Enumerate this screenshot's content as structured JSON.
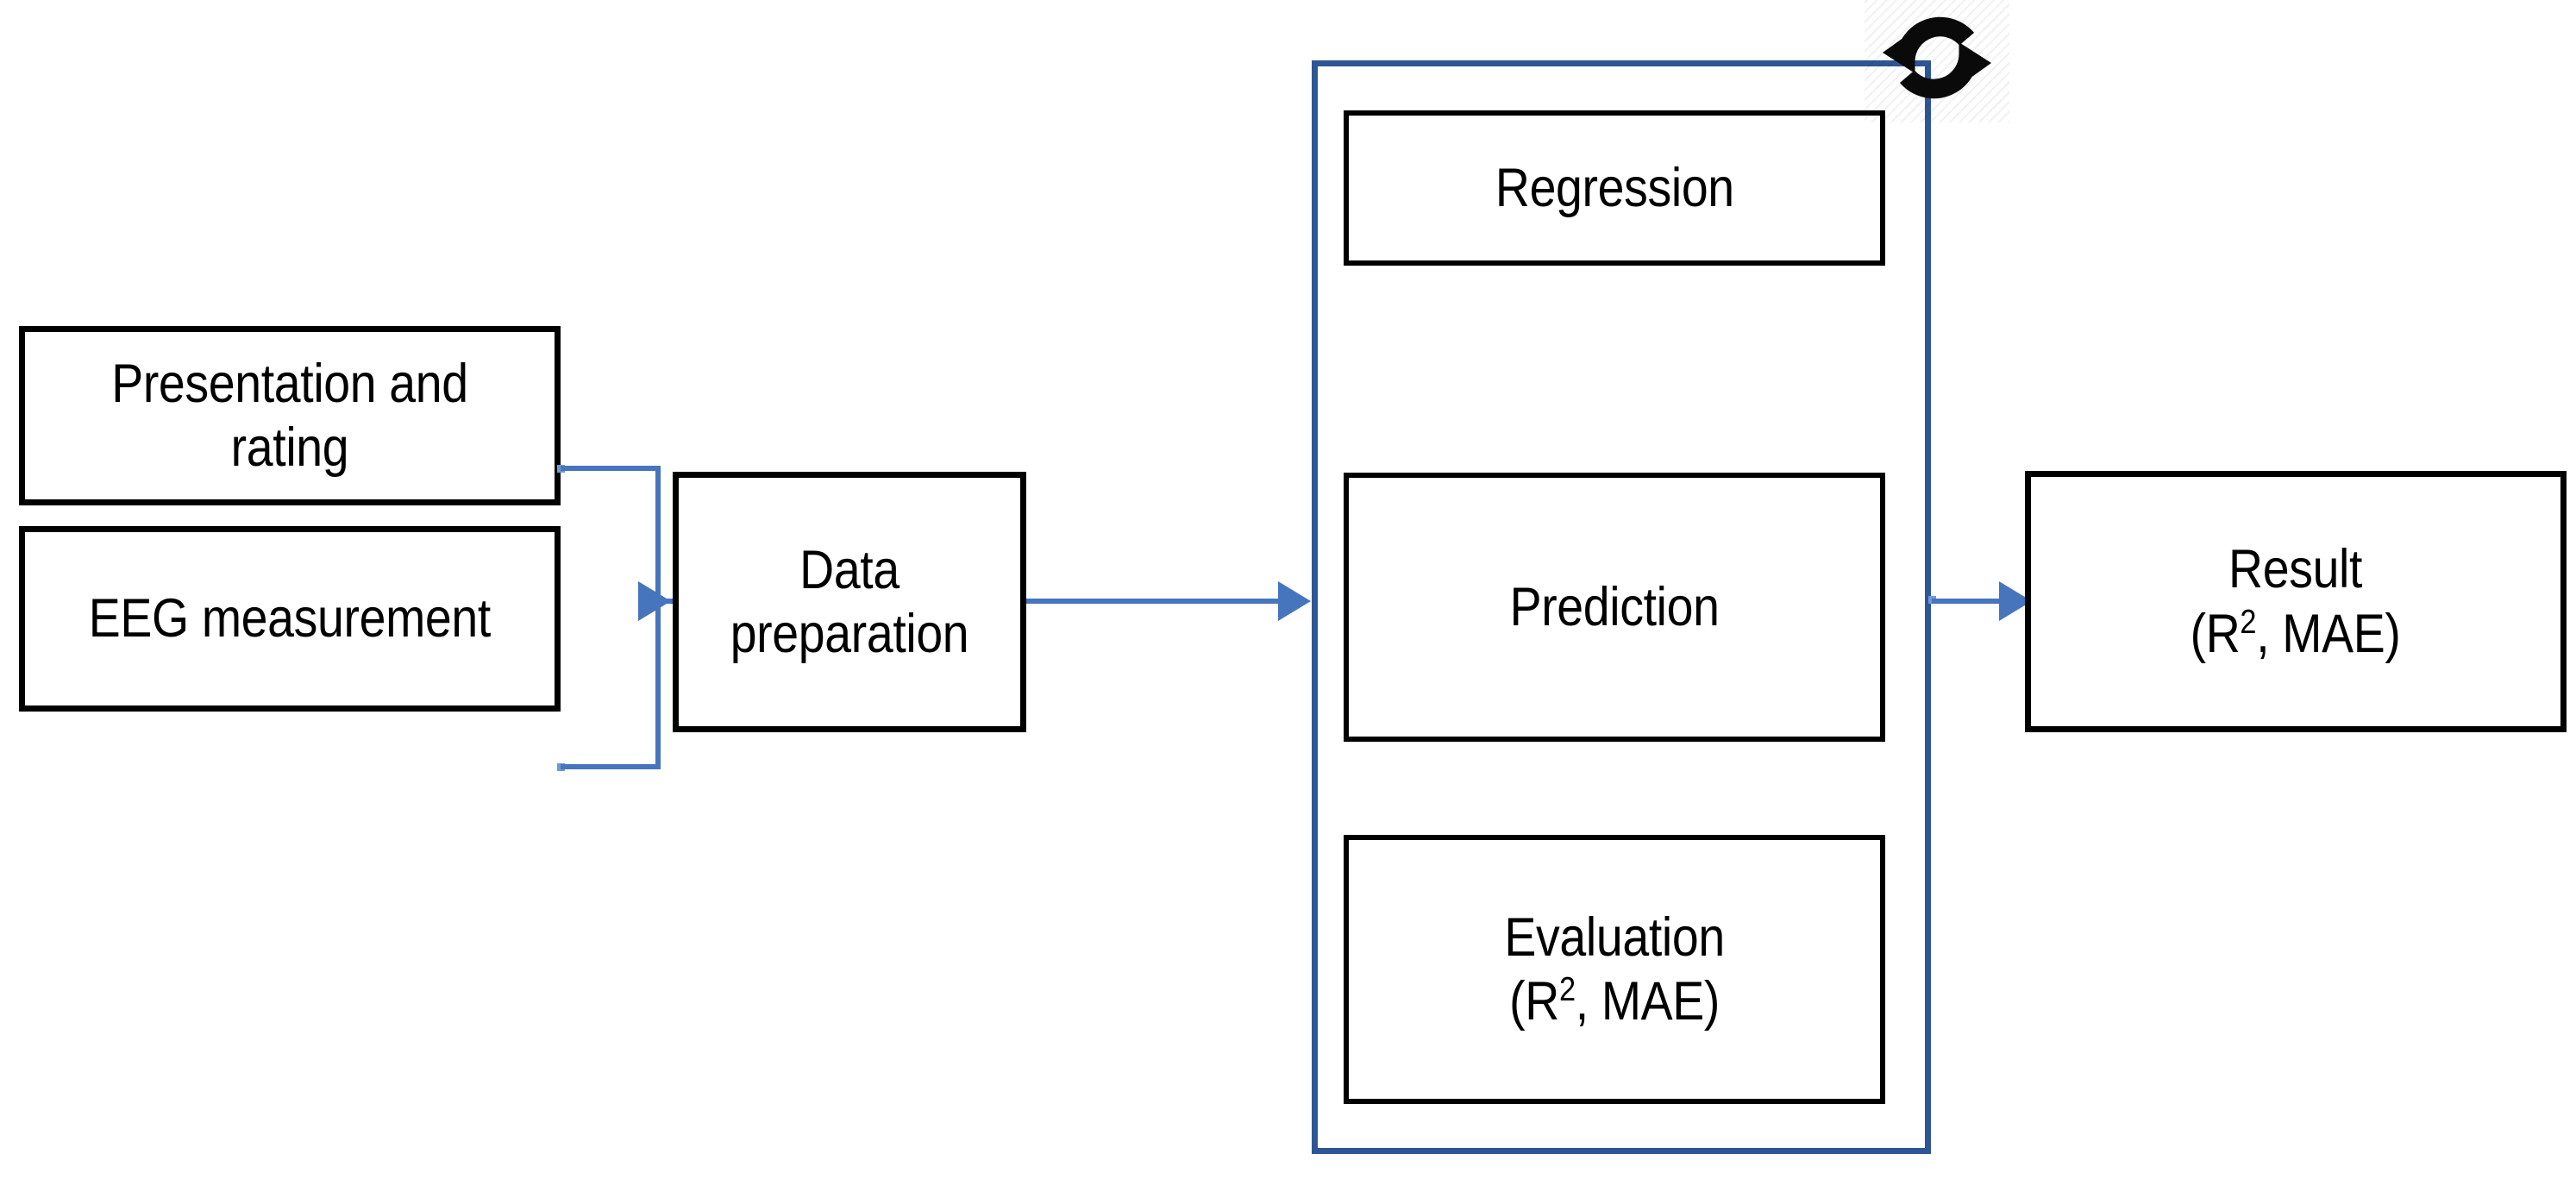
{
  "diagram": {
    "title": "EEG regression pipeline flowchart",
    "colors": {
      "box_border": "#000000",
      "container_border": "#2e5694",
      "connector": "#4775bd",
      "background": "#ffffff",
      "text": "#000000"
    },
    "inputs": [
      {
        "id": "presentation-and-rating",
        "label": "Presentation and\nrating"
      },
      {
        "id": "eeg-measurement",
        "label": "EEG measurement"
      }
    ],
    "preparation": {
      "id": "data-preparation",
      "label": "Data preparation"
    },
    "loop": {
      "id": "modelling-loop",
      "icon": "loop-refresh-icon",
      "steps": [
        {
          "id": "regression",
          "label": "Regression"
        },
        {
          "id": "prediction",
          "label": "Prediction"
        },
        {
          "id": "evaluation",
          "label": "Evaluation",
          "label_line2_pre": "(R",
          "label_line2_sup": "2",
          "label_line2_post": ", MAE)"
        }
      ]
    },
    "result": {
      "id": "result",
      "label": "Result",
      "label_line2_pre": "(R",
      "label_line2_sup": "2",
      "label_line2_post": ", MAE)"
    },
    "connectors": [
      {
        "id": "presentation-to-merge",
        "from": "presentation-and-rating",
        "to": "data-preparation"
      },
      {
        "id": "eeg-to-merge",
        "from": "eeg-measurement",
        "to": "data-preparation"
      },
      {
        "id": "preparation-to-loop",
        "from": "data-preparation",
        "to": "modelling-loop"
      },
      {
        "id": "loop-to-result",
        "from": "modelling-loop",
        "to": "result"
      }
    ]
  }
}
